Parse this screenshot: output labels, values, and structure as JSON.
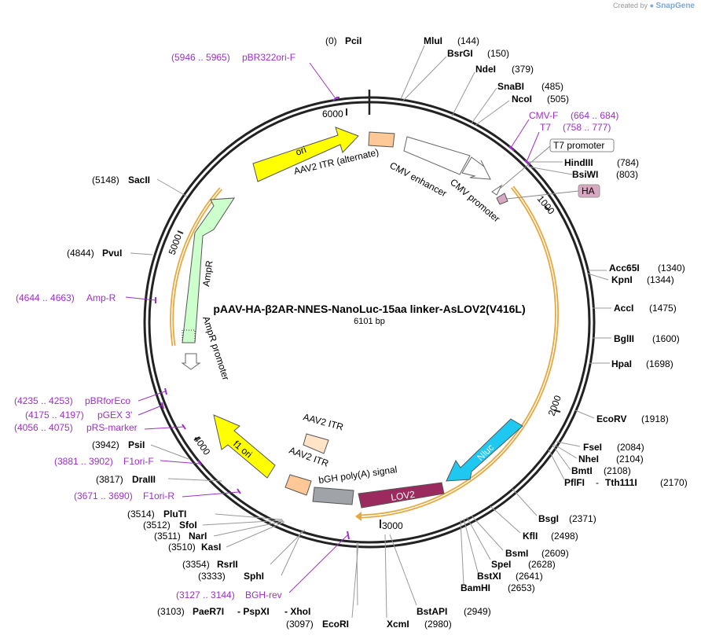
{
  "credit": {
    "prefix": "Created by",
    "brand": "SnapGene"
  },
  "plasmid": {
    "name": "pAAV-HA-β2AR-NNES-NanoLuc-15aa linker-AsLOV2(V416L)",
    "size_label": "6101 bp",
    "length": 6101
  },
  "ticks": [
    "1000",
    "2000",
    "3000",
    "4000",
    "5000",
    "6000"
  ],
  "sites": [
    {
      "name": "PciI",
      "pos": "(0)"
    },
    {
      "name": "MluI",
      "pos": "(144)"
    },
    {
      "name": "BsrGI",
      "pos": "(150)"
    },
    {
      "name": "NdeI",
      "pos": "(379)"
    },
    {
      "name": "SnaBI",
      "pos": "(485)"
    },
    {
      "name": "NcoI",
      "pos": "(505)"
    },
    {
      "name": "HindIII",
      "pos": "(784)"
    },
    {
      "name": "BsiWI",
      "pos": "(803)"
    },
    {
      "name": "Acc65I",
      "pos": "(1340)"
    },
    {
      "name": "KpnI",
      "pos": "(1344)"
    },
    {
      "name": "AccI",
      "pos": "(1475)"
    },
    {
      "name": "BglII",
      "pos": "(1600)"
    },
    {
      "name": "HpaI",
      "pos": "(1698)"
    },
    {
      "name": "EcoRV",
      "pos": "(1918)"
    },
    {
      "name": "FseI",
      "pos": "(2084)"
    },
    {
      "name": "NheI",
      "pos": "(2104)"
    },
    {
      "name": "BmtI",
      "pos": "(2108)"
    },
    {
      "name": "PflFI",
      "sep": "-",
      "name2": "Tth111I",
      "pos": "(2170)"
    },
    {
      "name": "BsgI",
      "pos": "(2371)"
    },
    {
      "name": "KflI",
      "pos": "(2498)"
    },
    {
      "name": "BsmI",
      "pos": "(2609)"
    },
    {
      "name": "SpeI",
      "pos": "(2628)"
    },
    {
      "name": "BstXI",
      "pos": "(2641)"
    },
    {
      "name": "BamHI",
      "pos": "(2653)"
    },
    {
      "name": "BstAPI",
      "pos": "(2949)"
    },
    {
      "name": "XcmI",
      "pos": "(2980)"
    },
    {
      "name": "EcoRI",
      "pos": "(3097)"
    },
    {
      "name": "PaeR7I",
      "sep": "- PspXI",
      "name2": "- XhoI",
      "pos": "(3103)"
    },
    {
      "name": "SphI",
      "pos": "(3333)"
    },
    {
      "name": "RsrII",
      "pos": "(3354)"
    },
    {
      "name": "KasI",
      "pos": "(3510)"
    },
    {
      "name": "NarI",
      "pos": "(3511)"
    },
    {
      "name": "SfoI",
      "pos": "(3512)"
    },
    {
      "name": "PluTI",
      "pos": "(3514)"
    },
    {
      "name": "DraIII",
      "pos": "(3817)"
    },
    {
      "name": "PsiI",
      "pos": "(3942)"
    },
    {
      "name": "PvuI",
      "pos": "(4844)"
    },
    {
      "name": "SacII",
      "pos": "(5148)"
    }
  ],
  "primers": [
    {
      "range": "(5946 .. 5965)",
      "name": "pBR322ori-F"
    },
    {
      "range": "(664 .. 684)",
      "name": "CMV-F"
    },
    {
      "range": "(758 .. 777)",
      "name": "T7"
    },
    {
      "range": "(4644 .. 4663)",
      "name": "Amp-R"
    },
    {
      "range": "(4235 .. 4253)",
      "name": "pBRforEco"
    },
    {
      "range": "(4175 .. 4197)",
      "name": "pGEX 3'"
    },
    {
      "range": "(4056 .. 4075)",
      "name": "pRS-marker"
    },
    {
      "range": "(3881 .. 3902)",
      "name": "F1ori-F"
    },
    {
      "range": "(3671 .. 3690)",
      "name": "F1ori-R"
    },
    {
      "range": "(3127 .. 3144)",
      "name": "BGH-rev"
    }
  ],
  "features": {
    "ori": "ori",
    "itr_alt": "AAV2 ITR (alternate)",
    "cmv_enh": "CMV enhancer",
    "cmv_prom": "CMV promoter",
    "t7_prom": "T7 promoter",
    "ha": "HA",
    "nluc": "Nluc",
    "lov2": "LOV2",
    "bgh": "bGH poly(A) signal",
    "itr1": "AAV2 ITR",
    "itr2": "AAV2 ITR",
    "f1": "f1 ori",
    "ampr": "AmpR",
    "ampr_prom": "AmpR promoter"
  },
  "colors": {
    "ori": "#ffff00",
    "ampr": "#ccffcc",
    "f1": "#ffff00",
    "nluc": "#1ec8f0",
    "lov2": "#9b2b5e",
    "itr": "#ffc896",
    "itr_light": "#ffe4c8",
    "bgh": "#a0a4a8",
    "ha": "#d8a8c0",
    "orf_arc": "#e8a840",
    "primer": "#9b30c6"
  }
}
